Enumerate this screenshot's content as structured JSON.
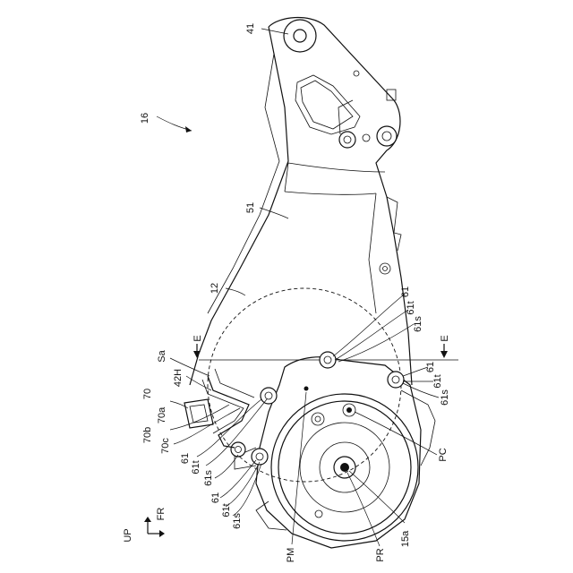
{
  "figure_number": "16",
  "labels": {
    "l41": "41",
    "l51": "51",
    "l12": "12",
    "lE_left": "E",
    "lE_right": "E",
    "lSa": "Sa",
    "l42H": "42H",
    "l70": "70",
    "l70a": "70a",
    "l70b": "70b",
    "l70c": "70c",
    "l61_a": "61",
    "l61t_a": "61t",
    "l61s_a": "61s",
    "l61_b": "61",
    "l61t_b": "61t",
    "l61s_b": "61s",
    "l61_c": "61",
    "l61t_c": "61t",
    "l61s_c": "61s",
    "l61_d": "61",
    "l61t_d": "61t",
    "l61s_d": "61s",
    "lPC": "PC",
    "lPM": "PM",
    "lPR": "PR",
    "l15a": "15a"
  },
  "direction_indicator": {
    "up": "UP",
    "front": "FR"
  }
}
